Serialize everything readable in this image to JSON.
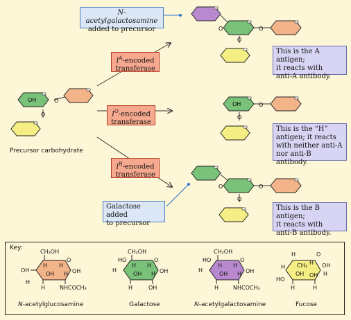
{
  "colors": {
    "galnac": "#b889cf",
    "galactose": "#7ac27a",
    "glcnac": "#f4b48a",
    "fucose": "#f4ee84",
    "background": "#fdf7d7",
    "arrow": "#333333",
    "pointer_dot": "#2a74c8"
  },
  "labels": {
    "galnac_added": "N-acetylgalactosamine added to precursor",
    "galnac_added_line1": "N-acetylgalactosamine",
    "galnac_added_line2": "added to precursor",
    "ia_transferase_line1": "I",
    "ia_sup": "A",
    "ia_transferase_rest": "-encoded",
    "ia_transferase_line2": "transferase",
    "io_sup": "O",
    "io_transferase_rest": "-encoded",
    "io_transferase_line2": "transferase",
    "ib_sup": "B",
    "ib_transferase_rest": "-encoded",
    "ib_transferase_line2": "transferase",
    "galactose_added_line1": "Galactose added",
    "galactose_added_line2": "to precursor",
    "a_antigen_line1": "This is the A antigen;",
    "a_antigen_line2": "it reacts with",
    "a_antigen_line3": "anti-A antibody.",
    "h_antigen_line1": "This is the “H”",
    "h_antigen_line2": "antigen; it reacts",
    "h_antigen_line3": "with neither anti-A",
    "h_antigen_line4": "nor anti-B antibody.",
    "b_antigen_line1": "This is the B antigen;",
    "b_antigen_line2": "it reacts with",
    "b_antigen_line3": "anti-B antibody.",
    "precursor": "Precursor carbohydrate"
  },
  "linkage": {
    "o": "O",
    "oh": "OH"
  },
  "key": {
    "title": "Key:",
    "ch2oh": "CH₂OH",
    "ch3": "CH₃",
    "h": "H",
    "oh": "OH",
    "o": "O",
    "nhcoch3": "NHCOCH₃",
    "glcnac_name": "N-acetylglucosamine",
    "galactose_name": "Galactose",
    "galnac_name": "N-acetylgalactosamine",
    "fucose_name": "Fucose"
  }
}
